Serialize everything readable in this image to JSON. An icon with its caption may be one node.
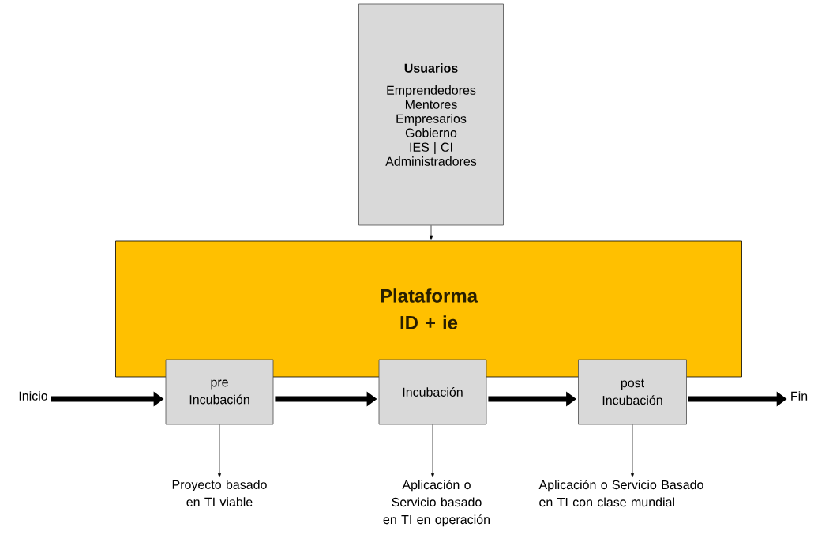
{
  "diagram": {
    "nodes": [
      {
        "text": [
          "Usuarios",
          "Emprendedores Mentores Empresarios Gobierno IES | CI Administradores"
        ]
      },
      {
        "text": [
          "Plataforma ID + ie"
        ]
      },
      {
        "text": [
          "Inicio"
        ]
      },
      {
        "text": [
          "pre Incubación"
        ]
      },
      {
        "text": [
          "Incubación"
        ]
      },
      {
        "text": [
          "post Incubación"
        ]
      },
      {
        "text": [
          "Fin"
        ]
      },
      {
        "text": [
          "Proyecto basado en TI viable"
        ]
      },
      {
        "text": [
          "Aplicación o Servicio basado en TI en operación"
        ]
      },
      {
        "text": [
          "Aplicación o Servicio Basado en TI con clase mundial"
        ]
      }
    ],
    "edges": [
      {
        "from": 0,
        "to": 1,
        "arrow": "to"
      },
      {
        "from": 2,
        "to": 3,
        "arrow": "to",
        "style": "thick"
      },
      {
        "from": 3,
        "to": 4,
        "arrow": "to",
        "style": "thick"
      },
      {
        "from": 4,
        "to": 5,
        "arrow": "to",
        "style": "thick"
      },
      {
        "from": 5,
        "to": 6,
        "arrow": "to",
        "style": "thick"
      },
      {
        "from": 3,
        "to": 7,
        "arrow": "to"
      },
      {
        "from": 4,
        "to": 8,
        "arrow": "to"
      },
      {
        "from": 5,
        "to": 9,
        "arrow": "to"
      }
    ]
  }
}
